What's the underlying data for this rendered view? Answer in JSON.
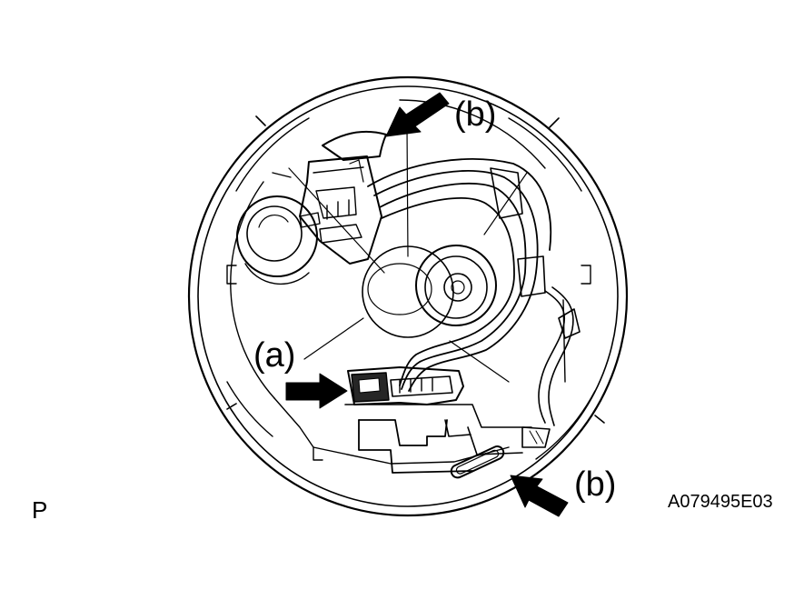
{
  "callouts": {
    "b_top": "(b)",
    "a": "(a)",
    "b_bottom": "(b)"
  },
  "view_marker": "P",
  "figure_id": "A079495E03"
}
